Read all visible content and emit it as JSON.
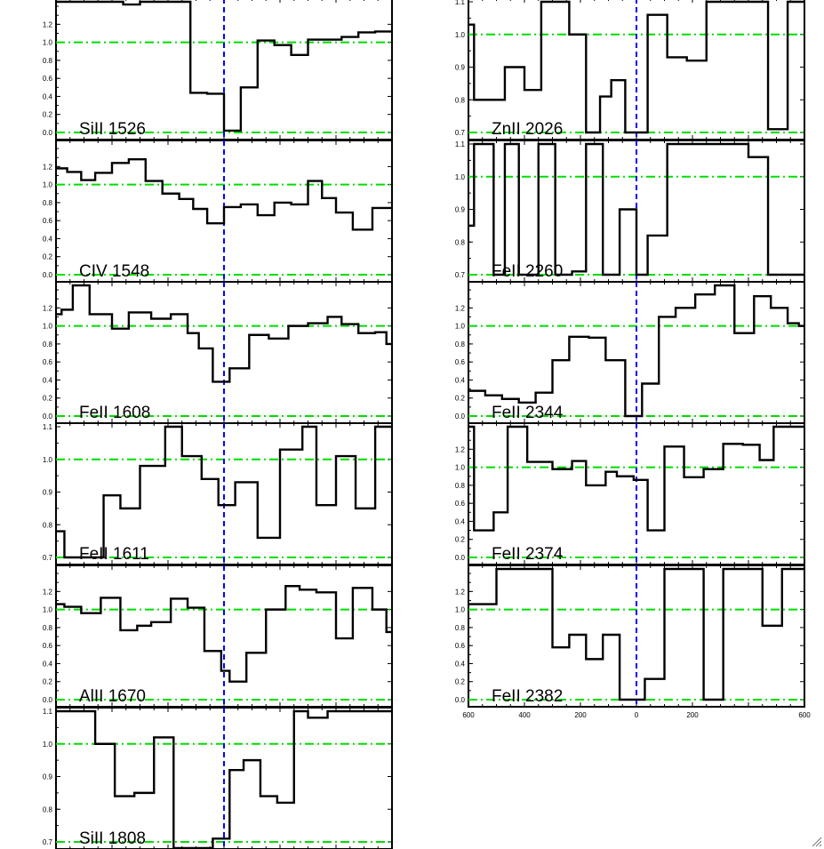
{
  "colors": {
    "spectrum": "#000000",
    "continuum": "#00dd00",
    "zero_velocity": "#0000ff",
    "frame": "#000000"
  },
  "icons": {
    "corner": "resize-grip-icon"
  },
  "chart_data": [
    {
      "type": "line",
      "label": "SiII 1526",
      "column": "left",
      "xlim": [
        -600,
        600
      ],
      "ylim": [
        0,
        1.45
      ],
      "y_ticks": [
        "0.0",
        "0.2",
        "0.4",
        "0.6",
        "0.8",
        "1.0",
        "1.2"
      ],
      "y_tick_values": [
        0,
        0.2,
        0.4,
        0.6,
        0.8,
        1.0,
        1.2
      ],
      "continuum": [
        0,
        1.0
      ],
      "zero_velocity": 0,
      "x": [
        -600,
        -480,
        -360,
        -300,
        -240,
        -180,
        -120,
        -60,
        0,
        60,
        120,
        180,
        240,
        300,
        360,
        420,
        480,
        540,
        580
      ],
      "y": [
        1.45,
        1.45,
        1.42,
        1.45,
        1.45,
        1.45,
        0.44,
        0.43,
        0.02,
        0.5,
        1.02,
        0.97,
        0.86,
        1.03,
        1.03,
        1.06,
        1.11,
        1.12,
        1.12
      ]
    },
    {
      "type": "line",
      "label": "CIV 1548",
      "column": "left",
      "xlim": [
        -600,
        600
      ],
      "ylim": [
        0,
        1.45
      ],
      "y_ticks": [
        "0.0",
        "0.2",
        "0.4",
        "0.6",
        "0.8",
        "1.0",
        "1.2"
      ],
      "y_tick_values": [
        0,
        0.2,
        0.4,
        0.6,
        0.8,
        1.0,
        1.2
      ],
      "continuum": [
        0,
        1.0
      ],
      "zero_velocity": 0,
      "x": [
        -600,
        -560,
        -510,
        -460,
        -400,
        -340,
        -280,
        -220,
        -160,
        -110,
        -60,
        0,
        60,
        120,
        180,
        240,
        300,
        350,
        400,
        460,
        530,
        580
      ],
      "y": [
        1.18,
        1.14,
        1.05,
        1.13,
        1.24,
        1.28,
        1.04,
        0.9,
        0.84,
        0.73,
        0.57,
        0.75,
        0.78,
        0.66,
        0.8,
        0.78,
        1.04,
        0.85,
        0.69,
        0.5,
        0.74,
        0.74
      ]
    },
    {
      "type": "line",
      "label": "FeII 1608",
      "column": "left",
      "xlim": [
        -600,
        600
      ],
      "ylim": [
        0,
        1.45
      ],
      "y_ticks": [
        "0.0",
        "0.2",
        "0.4",
        "0.6",
        "0.8",
        "1.0",
        "1.2"
      ],
      "y_tick_values": [
        0,
        0.2,
        0.4,
        0.6,
        0.8,
        1.0,
        1.2
      ],
      "continuum": [
        0,
        1.0
      ],
      "zero_velocity": 0,
      "x": [
        -600,
        -580,
        -540,
        -480,
        -400,
        -340,
        -260,
        -190,
        -130,
        -90,
        -40,
        20,
        90,
        160,
        230,
        300,
        370,
        420,
        480,
        540,
        580
      ],
      "y": [
        1.13,
        1.18,
        1.45,
        1.13,
        0.97,
        1.15,
        1.08,
        1.13,
        0.92,
        0.75,
        0.38,
        0.53,
        0.9,
        0.86,
        1.0,
        1.03,
        1.1,
        1.02,
        0.92,
        0.93,
        0.8
      ]
    },
    {
      "type": "line",
      "label": "FeII 1611",
      "column": "left",
      "xlim": [
        -600,
        600
      ],
      "ylim": [
        0.7,
        1.1
      ],
      "y_ticks": [
        "0.7",
        "0.8",
        "0.9",
        "1.0",
        "1.1"
      ],
      "y_tick_values": [
        0.7,
        0.8,
        0.9,
        1.0,
        1.1
      ],
      "continuum": [
        0.7,
        1.0
      ],
      "zero_velocity": 0,
      "x": [
        -600,
        -570,
        -430,
        -370,
        -300,
        -210,
        -150,
        -80,
        -20,
        40,
        120,
        200,
        280,
        330,
        400,
        470,
        540,
        580
      ],
      "y": [
        0.78,
        0.7,
        0.89,
        0.85,
        0.98,
        1.1,
        1.01,
        0.94,
        0.86,
        0.93,
        0.76,
        1.03,
        1.1,
        0.86,
        1.01,
        0.85,
        1.1,
        1.1
      ]
    },
    {
      "type": "line",
      "label": "AlII 1670",
      "column": "left",
      "xlim": [
        -600,
        600
      ],
      "ylim": [
        0,
        1.45
      ],
      "y_ticks": [
        "0.0",
        "0.2",
        "0.4",
        "0.6",
        "0.8",
        "1.0",
        "1.2"
      ],
      "y_tick_values": [
        0,
        0.2,
        0.4,
        0.6,
        0.8,
        1.0,
        1.2
      ],
      "continuum": [
        0,
        1.0
      ],
      "zero_velocity": 0,
      "x": [
        -600,
        -570,
        -510,
        -440,
        -370,
        -310,
        -260,
        -190,
        -130,
        -70,
        -10,
        20,
        80,
        150,
        220,
        270,
        330,
        400,
        460,
        530,
        580
      ],
      "y": [
        1.06,
        1.03,
        0.96,
        1.13,
        0.77,
        0.82,
        0.86,
        1.12,
        1.02,
        0.54,
        0.32,
        0.2,
        0.52,
        1.0,
        1.26,
        1.22,
        1.19,
        0.68,
        1.24,
        1.0,
        0.75
      ]
    },
    {
      "type": "line",
      "label": "SiII 1808",
      "column": "left",
      "xlim": [
        -600,
        600
      ],
      "ylim": [
        0.7,
        1.1
      ],
      "y_ticks": [
        "0.7",
        "0.8",
        "0.9",
        "1.0",
        "1.1"
      ],
      "y_tick_values": [
        0.7,
        0.8,
        0.9,
        1.0,
        1.1
      ],
      "continuum": [
        0.7,
        1.0
      ],
      "zero_velocity": 0,
      "x": [
        -600,
        -570,
        -460,
        -390,
        -320,
        -250,
        -180,
        -110,
        -40,
        20,
        70,
        130,
        190,
        250,
        300,
        370,
        440,
        580
      ],
      "y": [
        1.1,
        1.1,
        1.0,
        0.84,
        0.85,
        1.02,
        0.65,
        0.68,
        0.71,
        0.92,
        0.95,
        0.84,
        0.82,
        1.1,
        1.08,
        1.1,
        1.1,
        1.1
      ]
    },
    {
      "type": "line",
      "label": "ZnII 2026",
      "column": "right",
      "xlim": [
        -600,
        600
      ],
      "ylim": [
        0.7,
        1.1
      ],
      "y_ticks": [
        "0.7",
        "0.8",
        "0.9",
        "1.0",
        "1.1"
      ],
      "y_tick_values": [
        0.7,
        0.8,
        0.9,
        1.0,
        1.1
      ],
      "continuum": [
        0.7,
        1.0
      ],
      "zero_velocity": 0,
      "x": [
        -600,
        -580,
        -540,
        -470,
        -400,
        -340,
        -290,
        -240,
        -180,
        -130,
        -90,
        -40,
        0,
        40,
        110,
        180,
        250,
        310,
        370,
        420,
        470,
        540,
        580
      ],
      "y": [
        1.03,
        0.8,
        0.8,
        0.9,
        0.83,
        1.1,
        1.1,
        1.0,
        0.7,
        0.81,
        0.86,
        0.7,
        0.7,
        1.06,
        0.93,
        0.92,
        1.1,
        1.1,
        1.1,
        1.1,
        0.71,
        1.1,
        1.1
      ]
    },
    {
      "type": "line",
      "label": "FeII 2260",
      "column": "right",
      "xlim": [
        -600,
        600
      ],
      "ylim": [
        0.7,
        1.1
      ],
      "y_ticks": [
        "0.7",
        "0.8",
        "0.9",
        "1.0",
        "1.1"
      ],
      "y_tick_values": [
        0.7,
        0.8,
        0.9,
        1.0,
        1.1
      ],
      "continuum": [
        0.7,
        1.0
      ],
      "zero_velocity": 0,
      "x": [
        -600,
        -580,
        -510,
        -470,
        -420,
        -350,
        -290,
        -230,
        -180,
        -120,
        -60,
        0,
        40,
        110,
        180,
        250,
        320,
        400,
        470,
        540,
        580
      ],
      "y": [
        0.85,
        1.1,
        0.7,
        1.1,
        0.7,
        1.1,
        0.7,
        0.71,
        1.1,
        0.7,
        0.9,
        0.7,
        0.82,
        1.1,
        1.1,
        1.1,
        1.1,
        1.06,
        0.7,
        0.7,
        0.7
      ]
    },
    {
      "type": "line",
      "label": "FeII 2344",
      "column": "right",
      "xlim": [
        -600,
        600
      ],
      "ylim": [
        0,
        1.45
      ],
      "y_ticks": [
        "0.0",
        "0.2",
        "0.4",
        "0.6",
        "0.8",
        "1.0",
        "1.2"
      ],
      "y_tick_values": [
        0,
        0.2,
        0.4,
        0.6,
        0.8,
        1.0,
        1.2
      ],
      "continuum": [
        0,
        1.0
      ],
      "zero_velocity": 0,
      "x": [
        -600,
        -540,
        -480,
        -420,
        -360,
        -300,
        -240,
        -170,
        -110,
        -40,
        20,
        80,
        140,
        210,
        280,
        350,
        420,
        480,
        540,
        580
      ],
      "y": [
        0.28,
        0.23,
        0.19,
        0.15,
        0.26,
        0.62,
        0.88,
        0.87,
        0.62,
        0.0,
        0.36,
        1.1,
        1.2,
        1.35,
        1.45,
        0.92,
        1.33,
        1.2,
        1.03,
        1.0
      ]
    },
    {
      "type": "line",
      "label": "FeII 2374",
      "column": "right",
      "xlim": [
        -600,
        600
      ],
      "ylim": [
        0,
        1.45
      ],
      "y_ticks": [
        "0.0",
        "0.2",
        "0.4",
        "0.6",
        "0.8",
        "1.0",
        "1.2"
      ],
      "y_tick_values": [
        0,
        0.2,
        0.4,
        0.6,
        0.8,
        1.0,
        1.2
      ],
      "continuum": [
        0,
        1.0
      ],
      "zero_velocity": 0,
      "x": [
        -600,
        -580,
        -510,
        -460,
        -390,
        -300,
        -230,
        -180,
        -110,
        -70,
        -10,
        40,
        100,
        170,
        240,
        310,
        380,
        440,
        490,
        550,
        580
      ],
      "y": [
        1.45,
        0.3,
        0.5,
        1.45,
        1.06,
        0.98,
        1.07,
        0.8,
        0.95,
        0.9,
        0.86,
        0.3,
        1.23,
        0.89,
        0.98,
        1.26,
        1.25,
        1.08,
        1.45,
        1.45,
        1.45
      ]
    },
    {
      "type": "line",
      "label": "FeII 2382",
      "column": "right",
      "xlim": [
        -600,
        600
      ],
      "ylim": [
        0,
        1.45
      ],
      "y_ticks": [
        "0.0",
        "0.2",
        "0.4",
        "0.6",
        "0.8",
        "1.0",
        "1.2"
      ],
      "y_tick_values": [
        0,
        0.2,
        0.4,
        0.6,
        0.8,
        1.0,
        1.2
      ],
      "x_ticks": [
        "600",
        "400",
        "200",
        "0",
        "200",
        "600"
      ],
      "x_tick_values": [
        -600,
        -400,
        -200,
        0,
        200,
        600
      ],
      "continuum": [
        0,
        1.0
      ],
      "zero_velocity": 0,
      "x": [
        -600,
        -580,
        -500,
        -430,
        -300,
        -240,
        -180,
        -120,
        -60,
        -20,
        0,
        30,
        100,
        180,
        240,
        310,
        380,
        450,
        520,
        580
      ],
      "y": [
        1.06,
        1.06,
        1.45,
        1.45,
        0.58,
        0.72,
        0.45,
        0.72,
        0.0,
        0.0,
        0.0,
        0.23,
        1.45,
        1.45,
        0.0,
        1.45,
        1.45,
        0.82,
        1.45,
        1.45
      ]
    }
  ],
  "bottom_axis": {
    "x_ticks": [
      "-600",
      "-400",
      "-200",
      "0",
      "200",
      "400",
      "600"
    ],
    "x_tick_values": [
      -600,
      -400,
      -200,
      0,
      200,
      400,
      600
    ]
  }
}
